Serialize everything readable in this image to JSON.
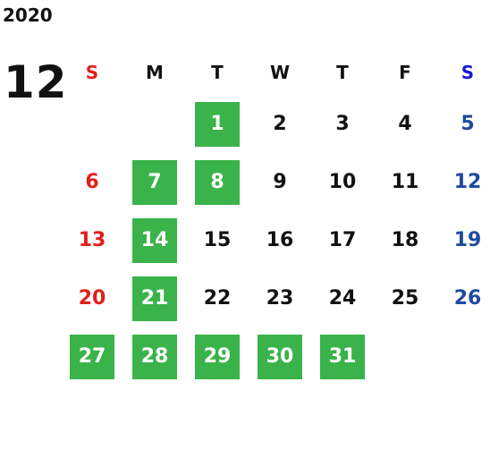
{
  "calendar": {
    "year": "2020",
    "month": "12",
    "weekdays": [
      "S",
      "M",
      "T",
      "W",
      "T",
      "F",
      "S"
    ],
    "weeks": [
      [
        "",
        "",
        "1",
        "2",
        "3",
        "4",
        "5"
      ],
      [
        "6",
        "7",
        "8",
        "9",
        "10",
        "11",
        "12"
      ],
      [
        "13",
        "14",
        "15",
        "16",
        "17",
        "18",
        "19"
      ],
      [
        "20",
        "21",
        "22",
        "23",
        "24",
        "25",
        "26"
      ],
      [
        "27",
        "28",
        "29",
        "30",
        "31",
        "",
        ""
      ]
    ],
    "highlighted_days": [
      "1",
      "7",
      "8",
      "14",
      "21",
      "27",
      "28",
      "29",
      "30",
      "31"
    ]
  },
  "colors": {
    "highlight": "#3ab34a",
    "sunday": "#e0201b",
    "saturday_header": "#1a1ad6",
    "saturday": "#1f4aa0",
    "text": "#111111"
  }
}
